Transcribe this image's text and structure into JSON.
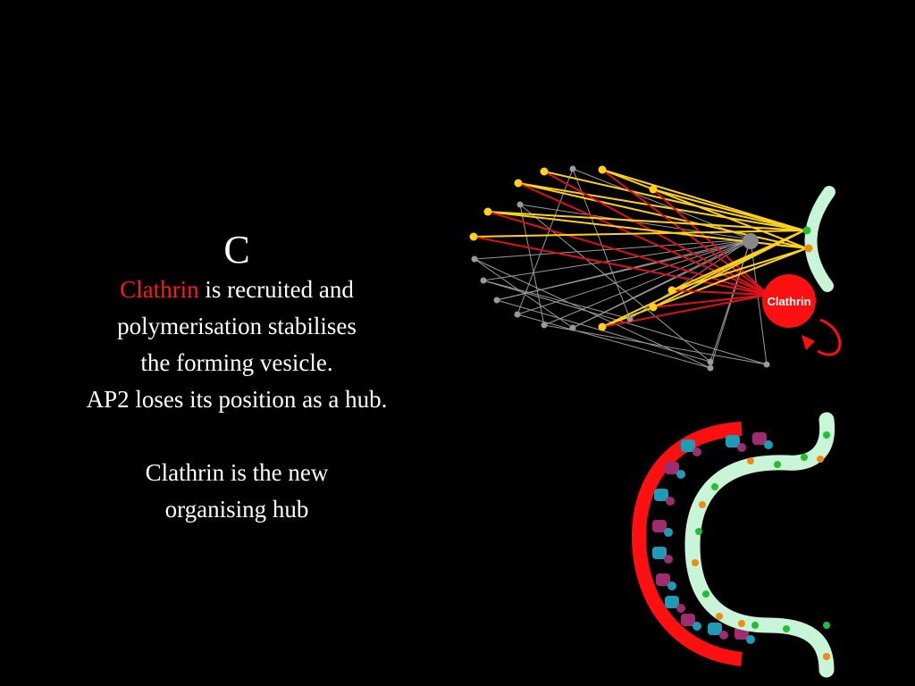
{
  "slide": {
    "heading": "C",
    "highlight_word": "Clathrin",
    "line1_rest": " is recruited and",
    "line2": "polymerisation stabilises",
    "line3": "the forming vesicle.",
    "line4": "AP2 loses its position as a hub.",
    "line5": "Clathrin is the new",
    "line6": "organising hub"
  },
  "network": {
    "hub_label": "Clathrin",
    "colors": {
      "yellow": "#ffd21a",
      "red": "#e0101a",
      "grey": "#9a9a9a",
      "membrane": "#c8f5d8",
      "green_dot": "#22c030",
      "orange_dot": "#f08a10",
      "teal": "#1f9bb8",
      "purple": "#a02c70"
    }
  },
  "colors": {
    "background": "#000000",
    "text": "#ffffff",
    "highlight": "#ff1a1a"
  }
}
